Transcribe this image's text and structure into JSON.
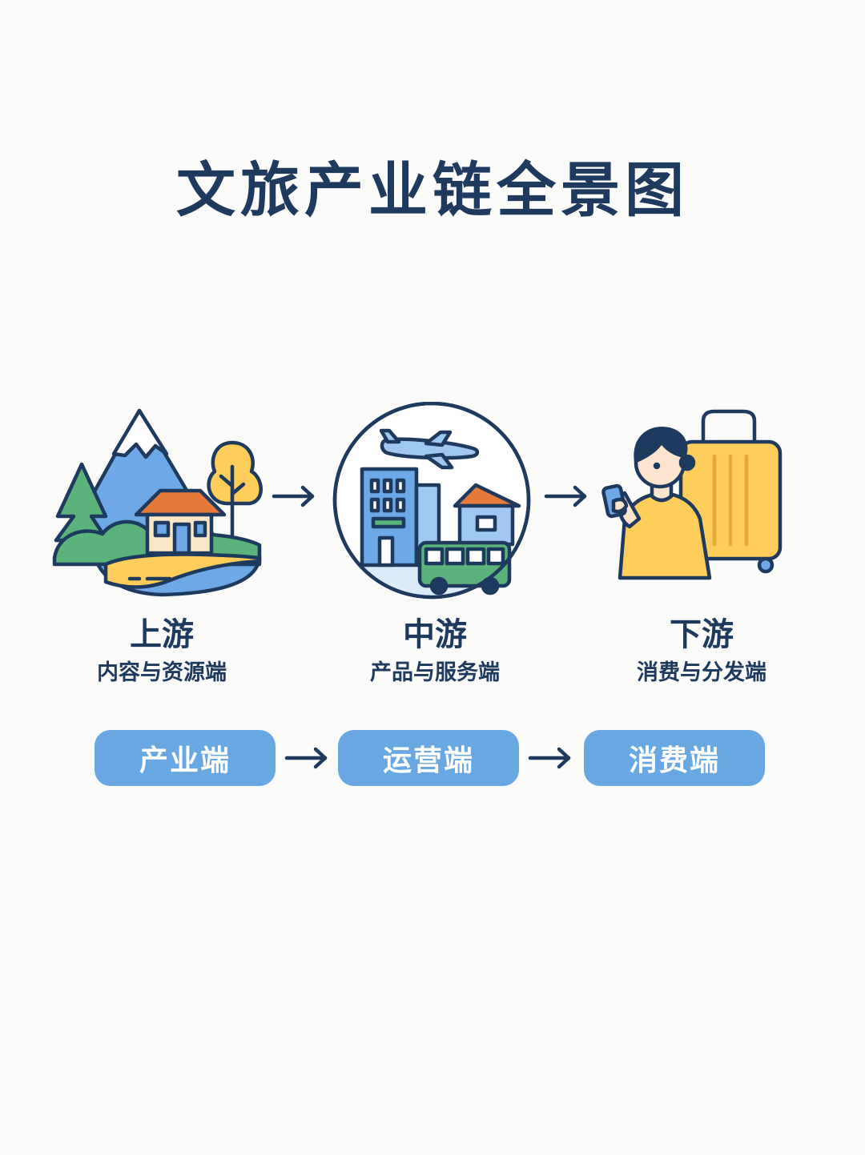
{
  "title": "文旅产业链全景图",
  "stages": [
    {
      "label": "上游",
      "sub": "内容与资源端",
      "icon": "mountain-landscape-icon"
    },
    {
      "label": "中游",
      "sub": "产品与服务端",
      "icon": "city-transport-icon"
    },
    {
      "label": "下游",
      "sub": "消费与分发端",
      "icon": "traveler-with-luggage-icon"
    }
  ],
  "segments": [
    "产业端",
    "运营端",
    "消费端"
  ],
  "colors": {
    "navy": "#1f3a5f",
    "pill": "#69a7e2",
    "sky": "#6fa8e6",
    "green": "#5bb27a",
    "orange": "#e57a3a",
    "yellow": "#ffcd5a"
  }
}
